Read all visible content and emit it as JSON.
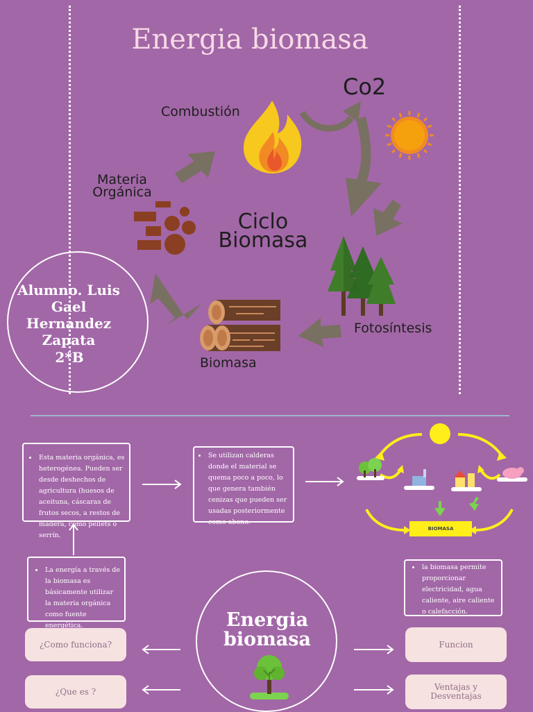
{
  "title": "Energia biomasa",
  "cycle": {
    "combustion": "Combustión",
    "co2": "Co2",
    "materia": "Materia Orgánica",
    "ciclo": "Ciclo Biomasa",
    "fotosintesis": "Fotosíntesis",
    "biomasa": "Biomasa"
  },
  "student": {
    "name": "Alumno. Luis Gael Hernandez Zapata",
    "group": "2*B"
  },
  "boxes": {
    "que_es_text": "La energía a través de la biomasa es básicamente utilizar la materia orgánica como fuente energética.",
    "materia_text": "Esta materia orgánica, es heterogénea. Pueden ser desde deshechos de agricultura (huesos de aceituna, cáscaras de frutos secos, a restos de madera, como pellets o serrín.",
    "calderas_text": "Se utilizan calderas donde el material se quema poco a poco, lo que genera también cenizas que pueden ser usadas posteriormente como abono.",
    "funcion_text": "la biomasa permite proporcionar electricidad, agua caliente, aire caliente o calefacción."
  },
  "pills": {
    "como_funciona": "¿Como funciona?",
    "que_es": "¿Que es ?",
    "funcion": "Funcion",
    "ventajas": "Ventajas y Desventajas"
  },
  "center": {
    "title": "Energia biomasa"
  },
  "mini_diagram": {
    "biomasa_label": "BIOMASA"
  },
  "colors": {
    "background": "#a267a7",
    "accent_title": "#f7d9e6",
    "pill_bg": "#f7e2e2",
    "yellow": "#ffee1a"
  }
}
